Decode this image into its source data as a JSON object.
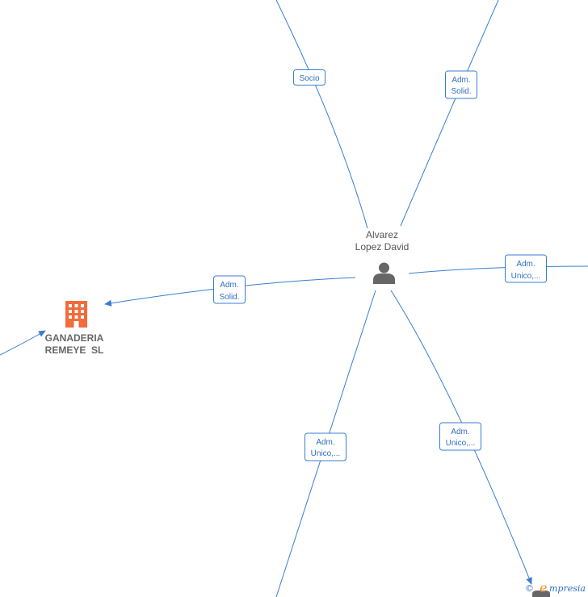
{
  "person": {
    "line1": "Alvarez",
    "line2": "Lopez David",
    "icon": "person-icon"
  },
  "company": {
    "line1": "GANADERIA",
    "line2": "REMEYE  SL",
    "icon": "building-icon",
    "color": "#f26b3a"
  },
  "edges": [
    {
      "label": [
        "Socio"
      ]
    },
    {
      "label": [
        "Adm.",
        "Solid."
      ]
    },
    {
      "label": [
        "Adm.",
        "Unico,..."
      ]
    },
    {
      "label": [
        "Adm.",
        "Unico,..."
      ]
    },
    {
      "label": [
        "Adm.",
        "Unico,..."
      ]
    },
    {
      "label": [
        "Adm.",
        "Solid."
      ]
    }
  ],
  "brand": {
    "copyright": "©",
    "name": "mpresia",
    "logo_letter": "e"
  },
  "colors": {
    "edge": "#3a7dd1",
    "label_text": "#2f6fc0",
    "icon_person": "#666666"
  }
}
